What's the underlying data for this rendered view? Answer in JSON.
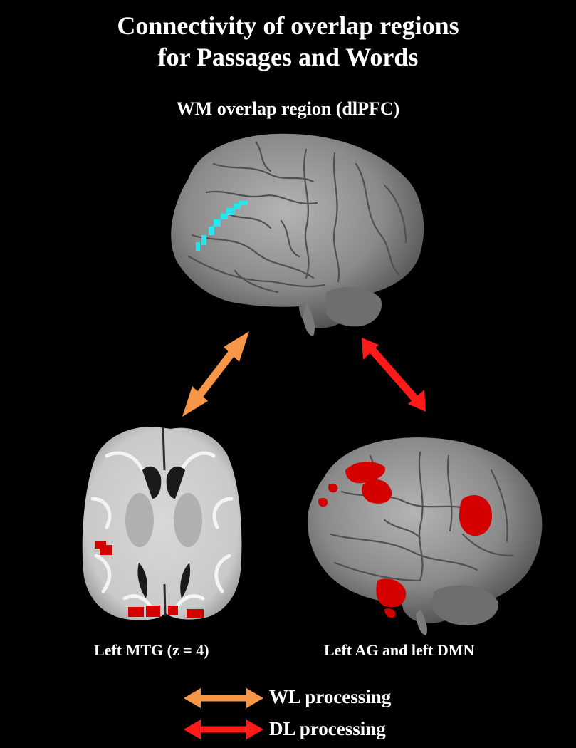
{
  "title_line1": "Connectivity of overlap regions",
  "title_line2": "for Passages and Words",
  "subtitle": "WM overlap region (dlPFC)",
  "captions": {
    "left": "Left MTG (z = 4)",
    "right": "Left AG and left DMN"
  },
  "legend": [
    {
      "label": "WL processing",
      "color": "#f79646"
    },
    {
      "label": "DL processing",
      "color": "#ff1a1a"
    }
  ],
  "colors": {
    "background": "#000000",
    "overlap_region": "#22e6f0",
    "connectivity": "#d40000",
    "brain_surface": "#8e8e8e",
    "white_matter": "#e6e6e6"
  }
}
